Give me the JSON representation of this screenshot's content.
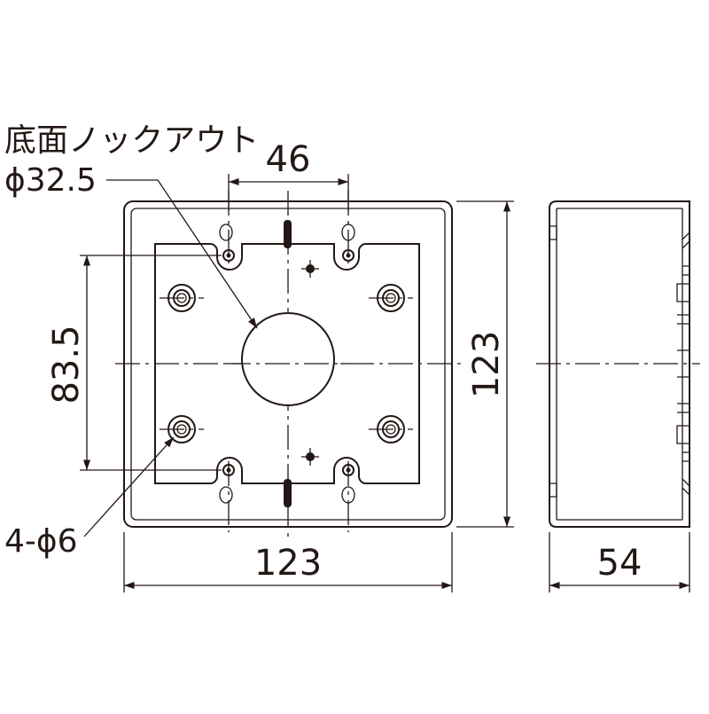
{
  "labels": {
    "knockout_title": "底面ノックアウト",
    "knockout_diameter": "ϕ32.5",
    "mounting_holes": "4-ϕ6"
  },
  "dimensions": {
    "knockout_pitch": "46",
    "hole_pitch_vertical": "83.5",
    "front_width": "123",
    "front_height": "123",
    "side_depth": "54"
  }
}
